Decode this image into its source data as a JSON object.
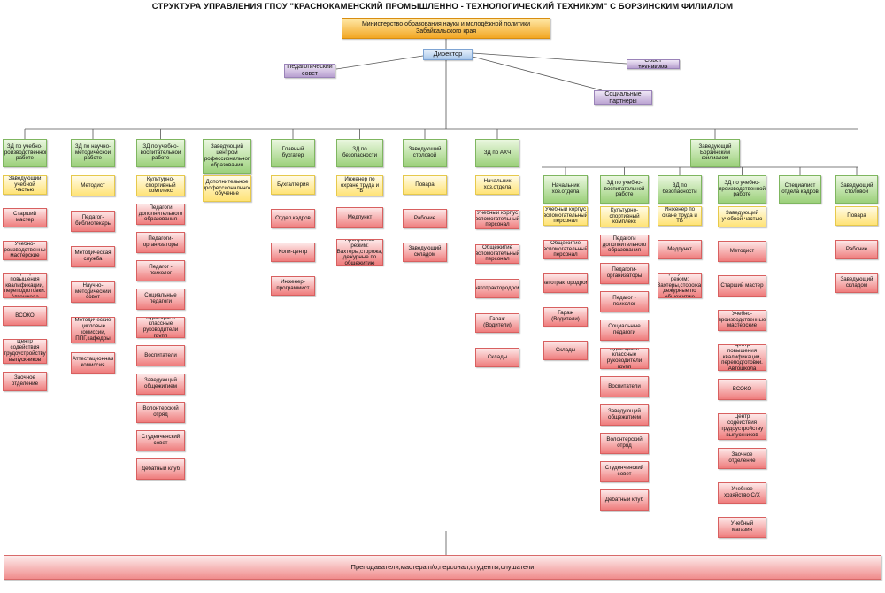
{
  "title": "СТРУКТУРА УПРАВЛЕНИЯ ГПОУ \"КРАСНОКАМЕНСКИЙ ПРОМЫШЛЕННО - ТЕХНОЛОГИЧЕСКИЙ ТЕХНИКУМ\" С БОРЗИНСКИМ ФИЛИАЛОМ",
  "top": {
    "ministry": "Министерство образования,науки и молодёжной политики Забайкальского края",
    "director": "Директор",
    "ped_council": "Педагогический совет",
    "tech_council": "Совет техникума",
    "partners": "Социальные партнеры",
    "bottom": "Преподаватели,мастера п/о,персонал,студенты,слушатели"
  },
  "columns": [
    {
      "head": "ЗД по учебно-производственной работе",
      "items": [
        "Заведующий учебной частью",
        "Старший мастер",
        "Учебно-производственные мастерские",
        "Центр повышения квалификации, переподготовки. Автошкола",
        "ВСОКО",
        "Центр содействия трудоустройству выпускников",
        "Заочное отделение"
      ]
    },
    {
      "head": "ЗД по научно-методической работе",
      "items": [
        "Методист",
        "Педагог-библиотекарь",
        "Методическая служба",
        "Научно-методический совет",
        "Методические цикловые комиссии, ППГ,кафедры",
        "Аттестационная комиссия"
      ]
    },
    {
      "head": "ЗД по учебно-воспитательной работе",
      "items": [
        "Культурно-спортивный комплекс",
        "Педагоги дополнительного образования",
        "Педагоги-организаторы",
        "Педагог - психолог",
        "Социальные педагоги",
        "Кураторы и классные руководители групп",
        "Воспитатели",
        "Заведующий общежитием",
        "Волонтерский отряд",
        "Студенченский совет",
        "Дебатный клуб"
      ]
    },
    {
      "head": "Заведующий центром профессионального образования",
      "items": [
        "Дополнительное профессиональное обучение"
      ]
    },
    {
      "head": "Главный бухгатер",
      "items": [
        "Бухгалтерия",
        "Отдел кадров",
        "Копи-центр",
        "Инженер-программист"
      ]
    },
    {
      "head": "ЗД по безопасности",
      "items": [
        "Инженер по охране труда и ТБ",
        "Медпункт",
        "Пропускной режим: Вахтеры,сторожа, дежурные по общежитию"
      ]
    },
    {
      "head": "Заведующий столовой",
      "items": [
        "Повара",
        "Рабочие",
        "Заведующий складом"
      ]
    },
    {
      "head": "ЗД по АХЧ",
      "items": [
        "Начальник хоз.отдела",
        "Учебный корпус вспомогательный персонал",
        "Общежитие вспомогательный персонал",
        "Автотрактородром",
        "Гараж (Водители)",
        "Склады"
      ]
    },
    {
      "head": "Заведующий Борзинским филиалом",
      "items": []
    },
    {
      "head": "Начальник хоз.отдела",
      "items": [
        "Учебный корпус вспомогательный персонал",
        "Общежитие вспомогательный персонал",
        "Автотрактородром",
        "Гараж (Водители)",
        "Склады"
      ]
    },
    {
      "head": "ЗД по учебно-воспитательной работе",
      "items": [
        "Культурно-спортивный комплекс",
        "Педагоги дополнительного образования",
        "Педагоги-организаторы",
        "Педагог - психолог",
        "Социальные педагоги",
        "Кураторы и классные руководители групп",
        "Воспитатели",
        "Заведующий общежитием",
        "Волонтерский отряд",
        "Студенченский совет",
        "Дебатный клуб"
      ]
    },
    {
      "head": "ЗД по безопасности",
      "items": [
        "Инженер по охане труда и ТБ",
        "Медпункт",
        "Пропускной режим: Вахтеры,сторожа, дежурные по общежитию"
      ]
    },
    {
      "head": "ЗД по учебно-производственной работе",
      "items": [
        "Заведующий учебной частью",
        "Методист",
        "Старший мастер",
        "Учебно-производственные мастерские",
        "Центр повышения квалификации, переподготовки. Автошкола",
        "ВСОКО",
        "Центр содействия трудоустройству выпускников",
        "Заочное отделение",
        "Учебное хозяйство С/Х",
        "Учебный магазин"
      ]
    },
    {
      "head": "Специалист отдела кадров",
      "items": []
    },
    {
      "head": "Заведующий столовой",
      "items": [
        "Повара",
        "Рабочие",
        "Заведующий складом"
      ]
    }
  ]
}
